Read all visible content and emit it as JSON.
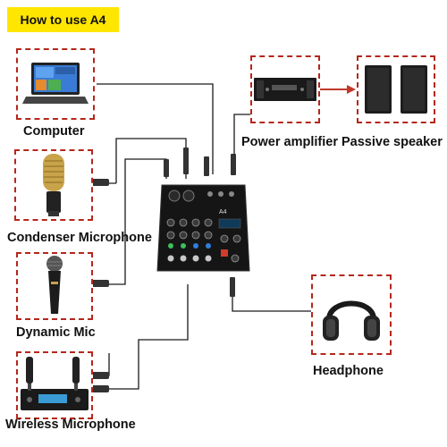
{
  "title": "How to use A4",
  "mixer_model": "A4",
  "devices": {
    "computer": "Computer",
    "condenser_microphone": "Condenser Microphone",
    "dynamic_mic": "Dynamic Mic",
    "wireless_microphone": "Wireless Microphone",
    "power_amplifier": "Power amplifier",
    "passive_speaker": "Passive speaker",
    "headphone": "Headphone"
  },
  "colors": {
    "banner": "#ffe600",
    "dashed_border": "#b5271c",
    "arrow": "#c0392b",
    "wire": "#1a1a1a"
  },
  "icons": [
    "laptop-icon",
    "condenser-mic-icon",
    "dynamic-mic-icon",
    "wireless-mic-receiver-icon",
    "power-amplifier-icon",
    "passive-speaker-icon",
    "headphone-icon",
    "mixer-icon",
    "jack-plug-icon"
  ]
}
